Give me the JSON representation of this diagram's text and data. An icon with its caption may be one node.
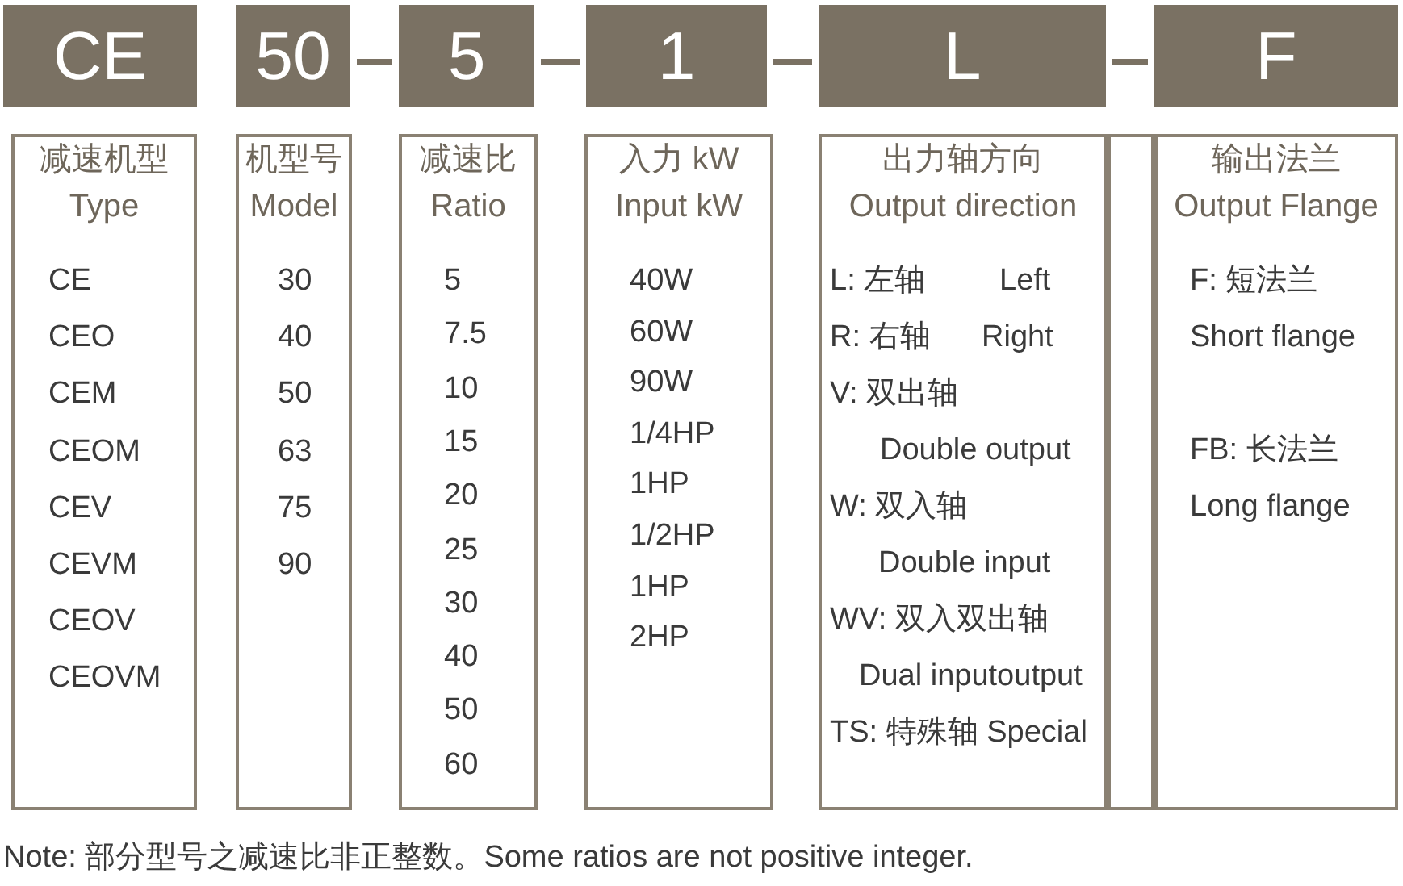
{
  "diagram": {
    "nodes": [
      {
        "text": [
          "CE"
        ]
      },
      {
        "text": [
          "50"
        ]
      },
      {
        "text": [
          "5"
        ]
      },
      {
        "text": [
          "1"
        ]
      },
      {
        "text": [
          "L"
        ]
      },
      {
        "text": [
          "F"
        ]
      },
      {
        "text": [
          "减速机型",
          "Type",
          "CE",
          "CEO",
          "CEM",
          "CEOM",
          "CEV",
          "CEVM",
          "CEOV",
          "CEOVM"
        ]
      },
      {
        "text": [
          "机型号",
          "Model",
          "30",
          "40",
          "50",
          "63",
          "75",
          "90"
        ]
      },
      {
        "text": [
          "减速比",
          "Ratio",
          "5",
          "7.5",
          "10",
          "15",
          "20",
          "25",
          "30",
          "40",
          "50",
          "60"
        ]
      },
      {
        "text": [
          "入力 kW",
          "Input kW",
          "40W",
          "60W",
          "90W",
          "1/4HP",
          "1HP",
          "1/2HP",
          "1HP",
          "2HP"
        ]
      },
      {
        "text": [
          "出力轴方向",
          "Output direction",
          "L: 左轴",
          "Left",
          "R: 右轴",
          "Right",
          "V: 双出轴",
          "Double output",
          "W: 双入轴",
          "Double input",
          "WV: 双入双出轴",
          "Dual inputoutput",
          "TS: 特殊轴 Special"
        ]
      },
      {
        "text": [],
        "shape": "box"
      },
      {
        "text": [
          "输出法兰",
          "Output Flange",
          "F: 短法兰",
          "Short flange",
          "FB: 长法兰",
          "Long flange"
        ]
      }
    ],
    "edges": [
      {
        "from": 1,
        "to": 2,
        "arrow": "none"
      },
      {
        "from": 2,
        "to": 3,
        "arrow": "none"
      },
      {
        "from": 3,
        "to": 4,
        "arrow": "none"
      },
      {
        "from": 4,
        "to": 5,
        "arrow": "none"
      }
    ],
    "labels": [
      "Note: 部分型号之减速比非正整数。Some ratios are not positive integer."
    ]
  }
}
